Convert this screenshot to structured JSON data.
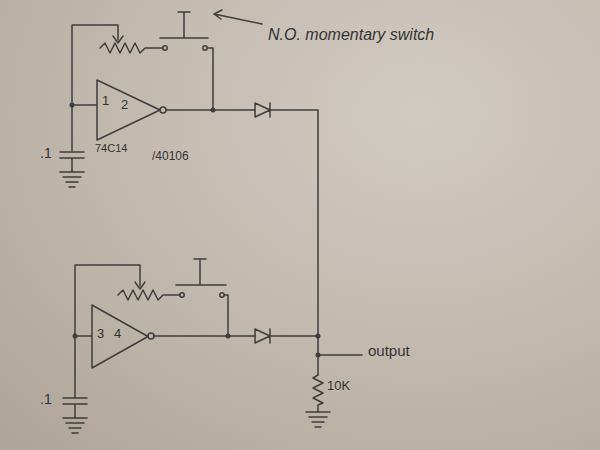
{
  "diagram": {
    "nodes": [
      {
        "text": [
          "1",
          "2",
          "74C14"
        ]
      },
      {
        "text": [
          "3",
          "4"
        ]
      }
    ],
    "labels": [
      "N.O. momentary switch",
      "/40106",
      ".1",
      ".1",
      "output",
      "10K"
    ]
  }
}
